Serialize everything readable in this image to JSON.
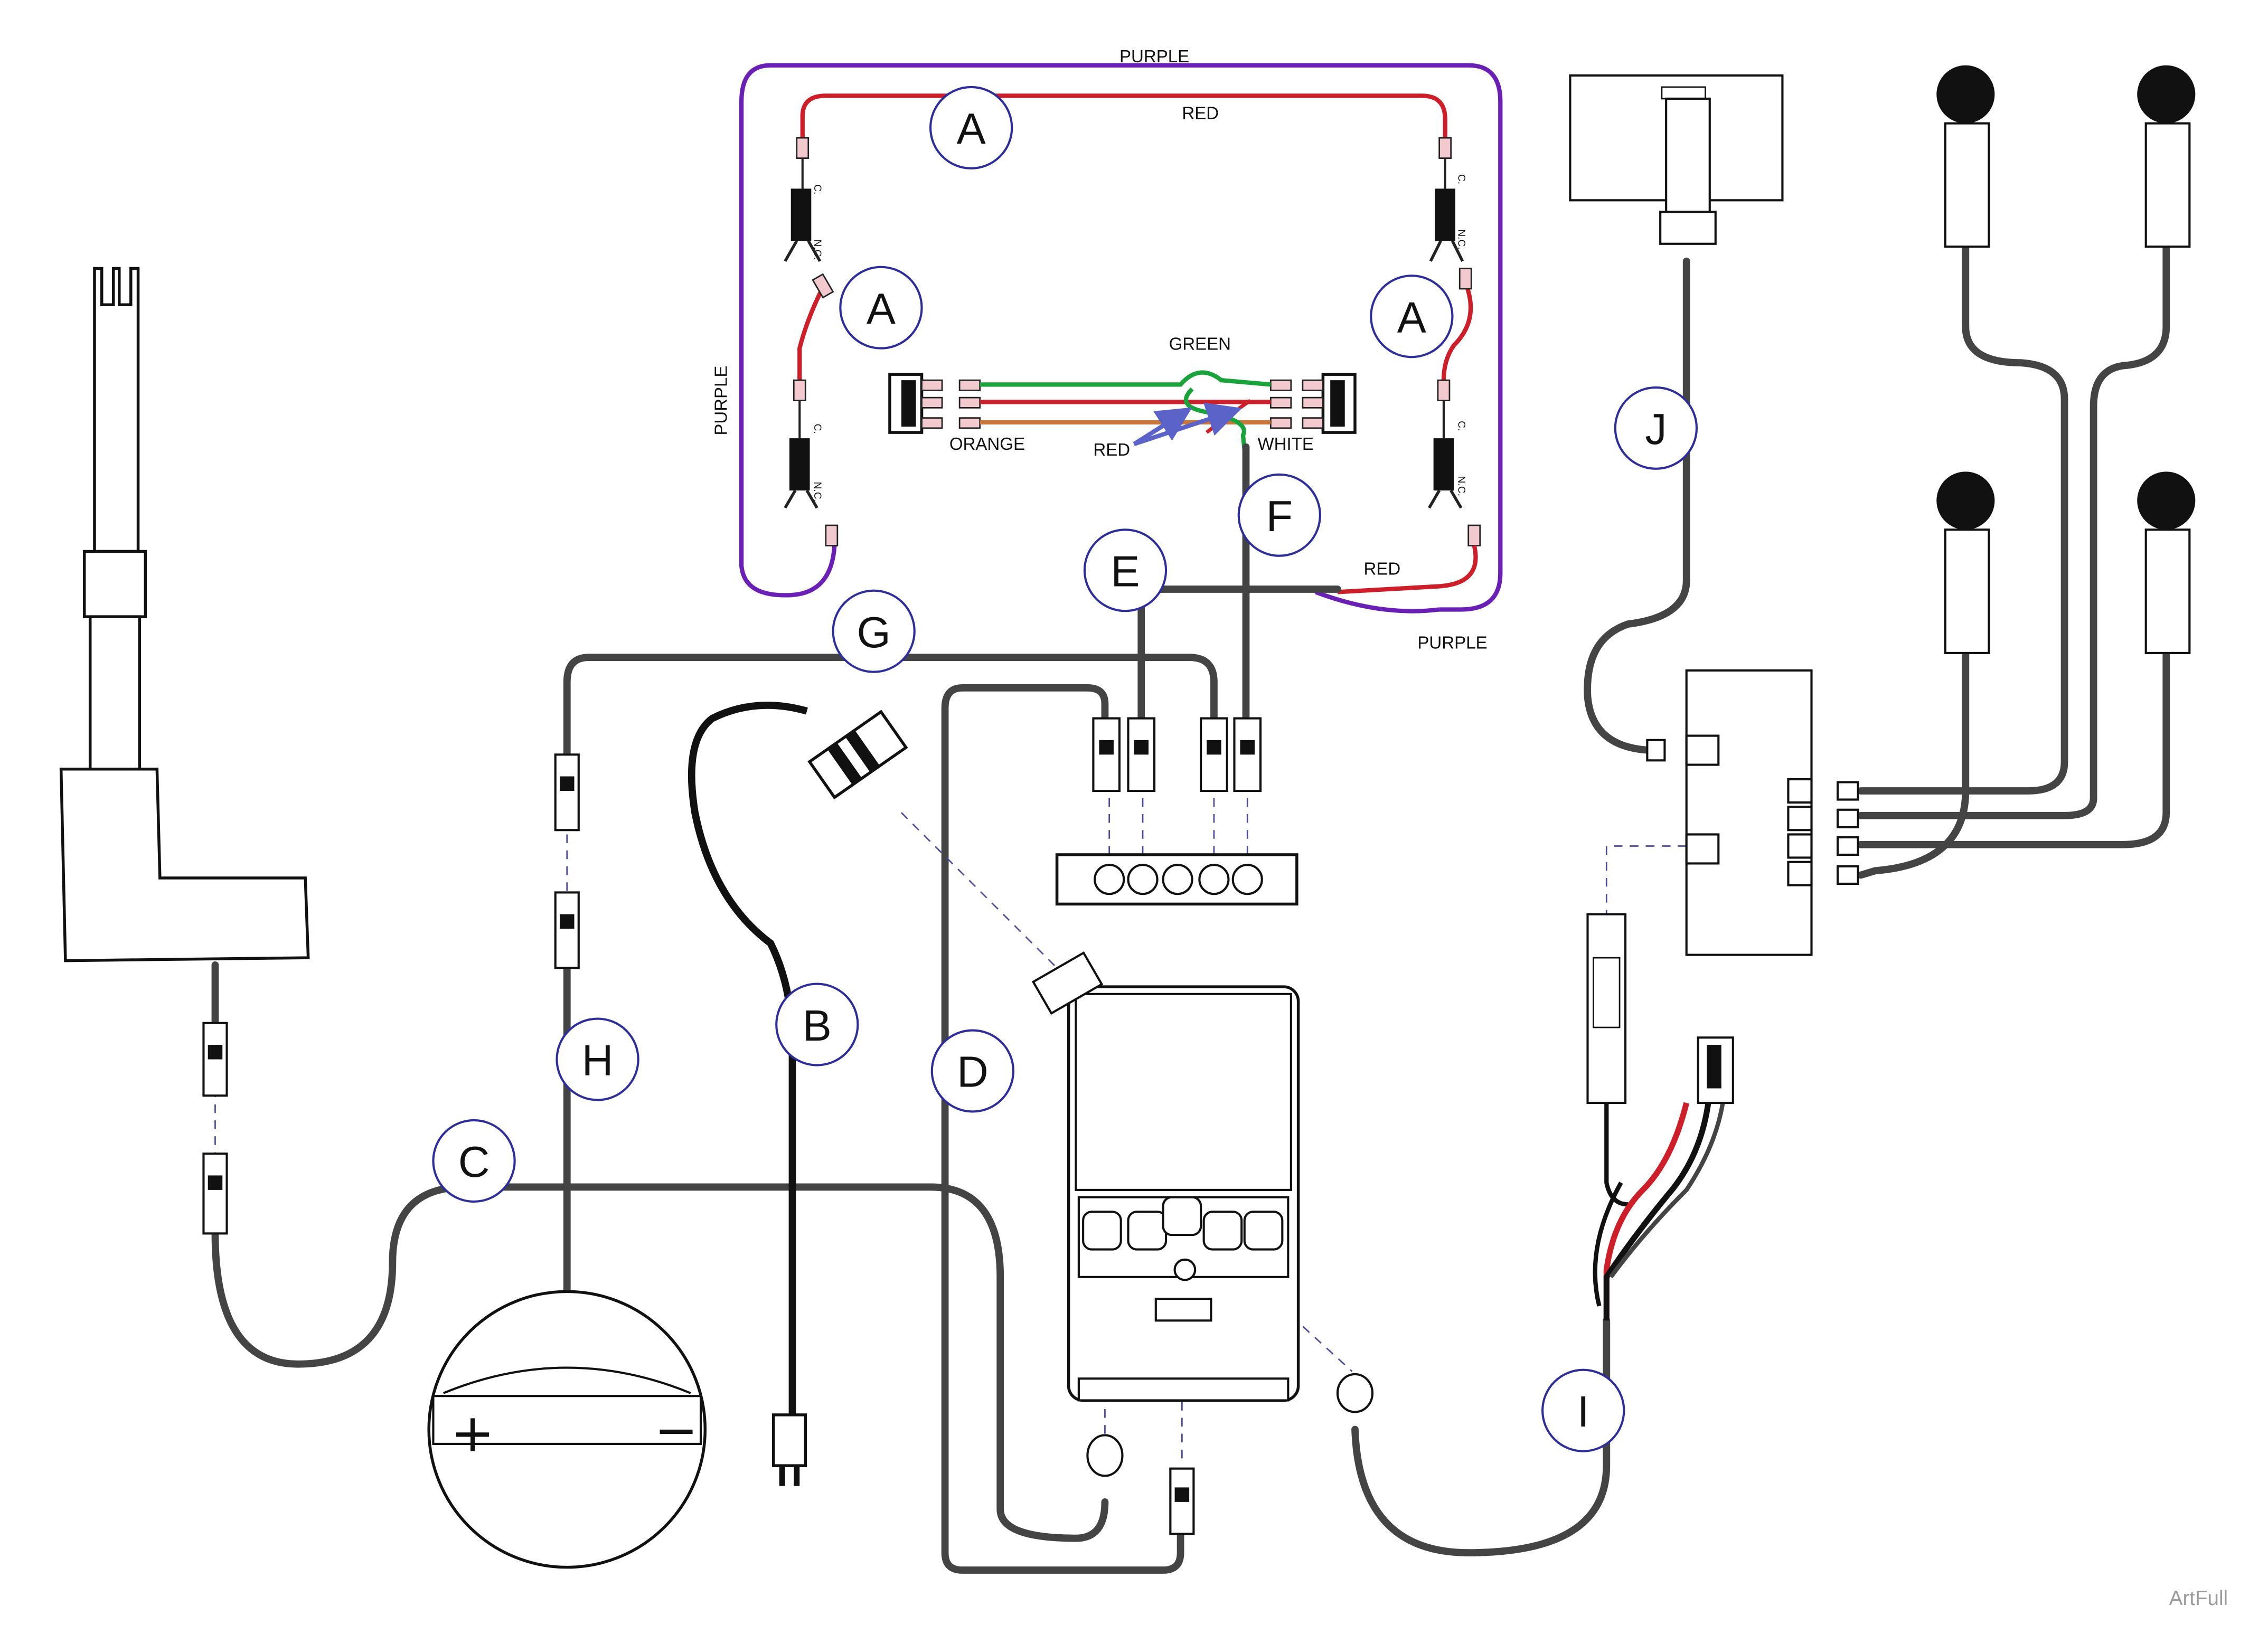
{
  "callouts": {
    "a1": "A",
    "a2": "A",
    "a3": "A",
    "b": "B",
    "c": "C",
    "d": "D",
    "e": "E",
    "f": "F",
    "g": "G",
    "h": "H",
    "i": "I",
    "j": "J"
  },
  "wire_labels": {
    "purple_top": "PURPLE",
    "purple_left": "PURPLE",
    "purple_bottom": "PURPLE",
    "red_top": "RED",
    "red_bottom": "RED",
    "red_mid": "RED",
    "green": "GREEN",
    "orange": "ORANGE",
    "white": "WHITE"
  },
  "switch_labels": {
    "c": "C.",
    "nc": "N.C."
  },
  "footer": "ArtFull",
  "colors": {
    "purple": "#6a1fb5",
    "red": "#cc1f2a",
    "green": "#1aa33a",
    "orange": "#c7773a",
    "callout_stroke": "#2e2e9a",
    "arrow": "#5b63c9"
  }
}
